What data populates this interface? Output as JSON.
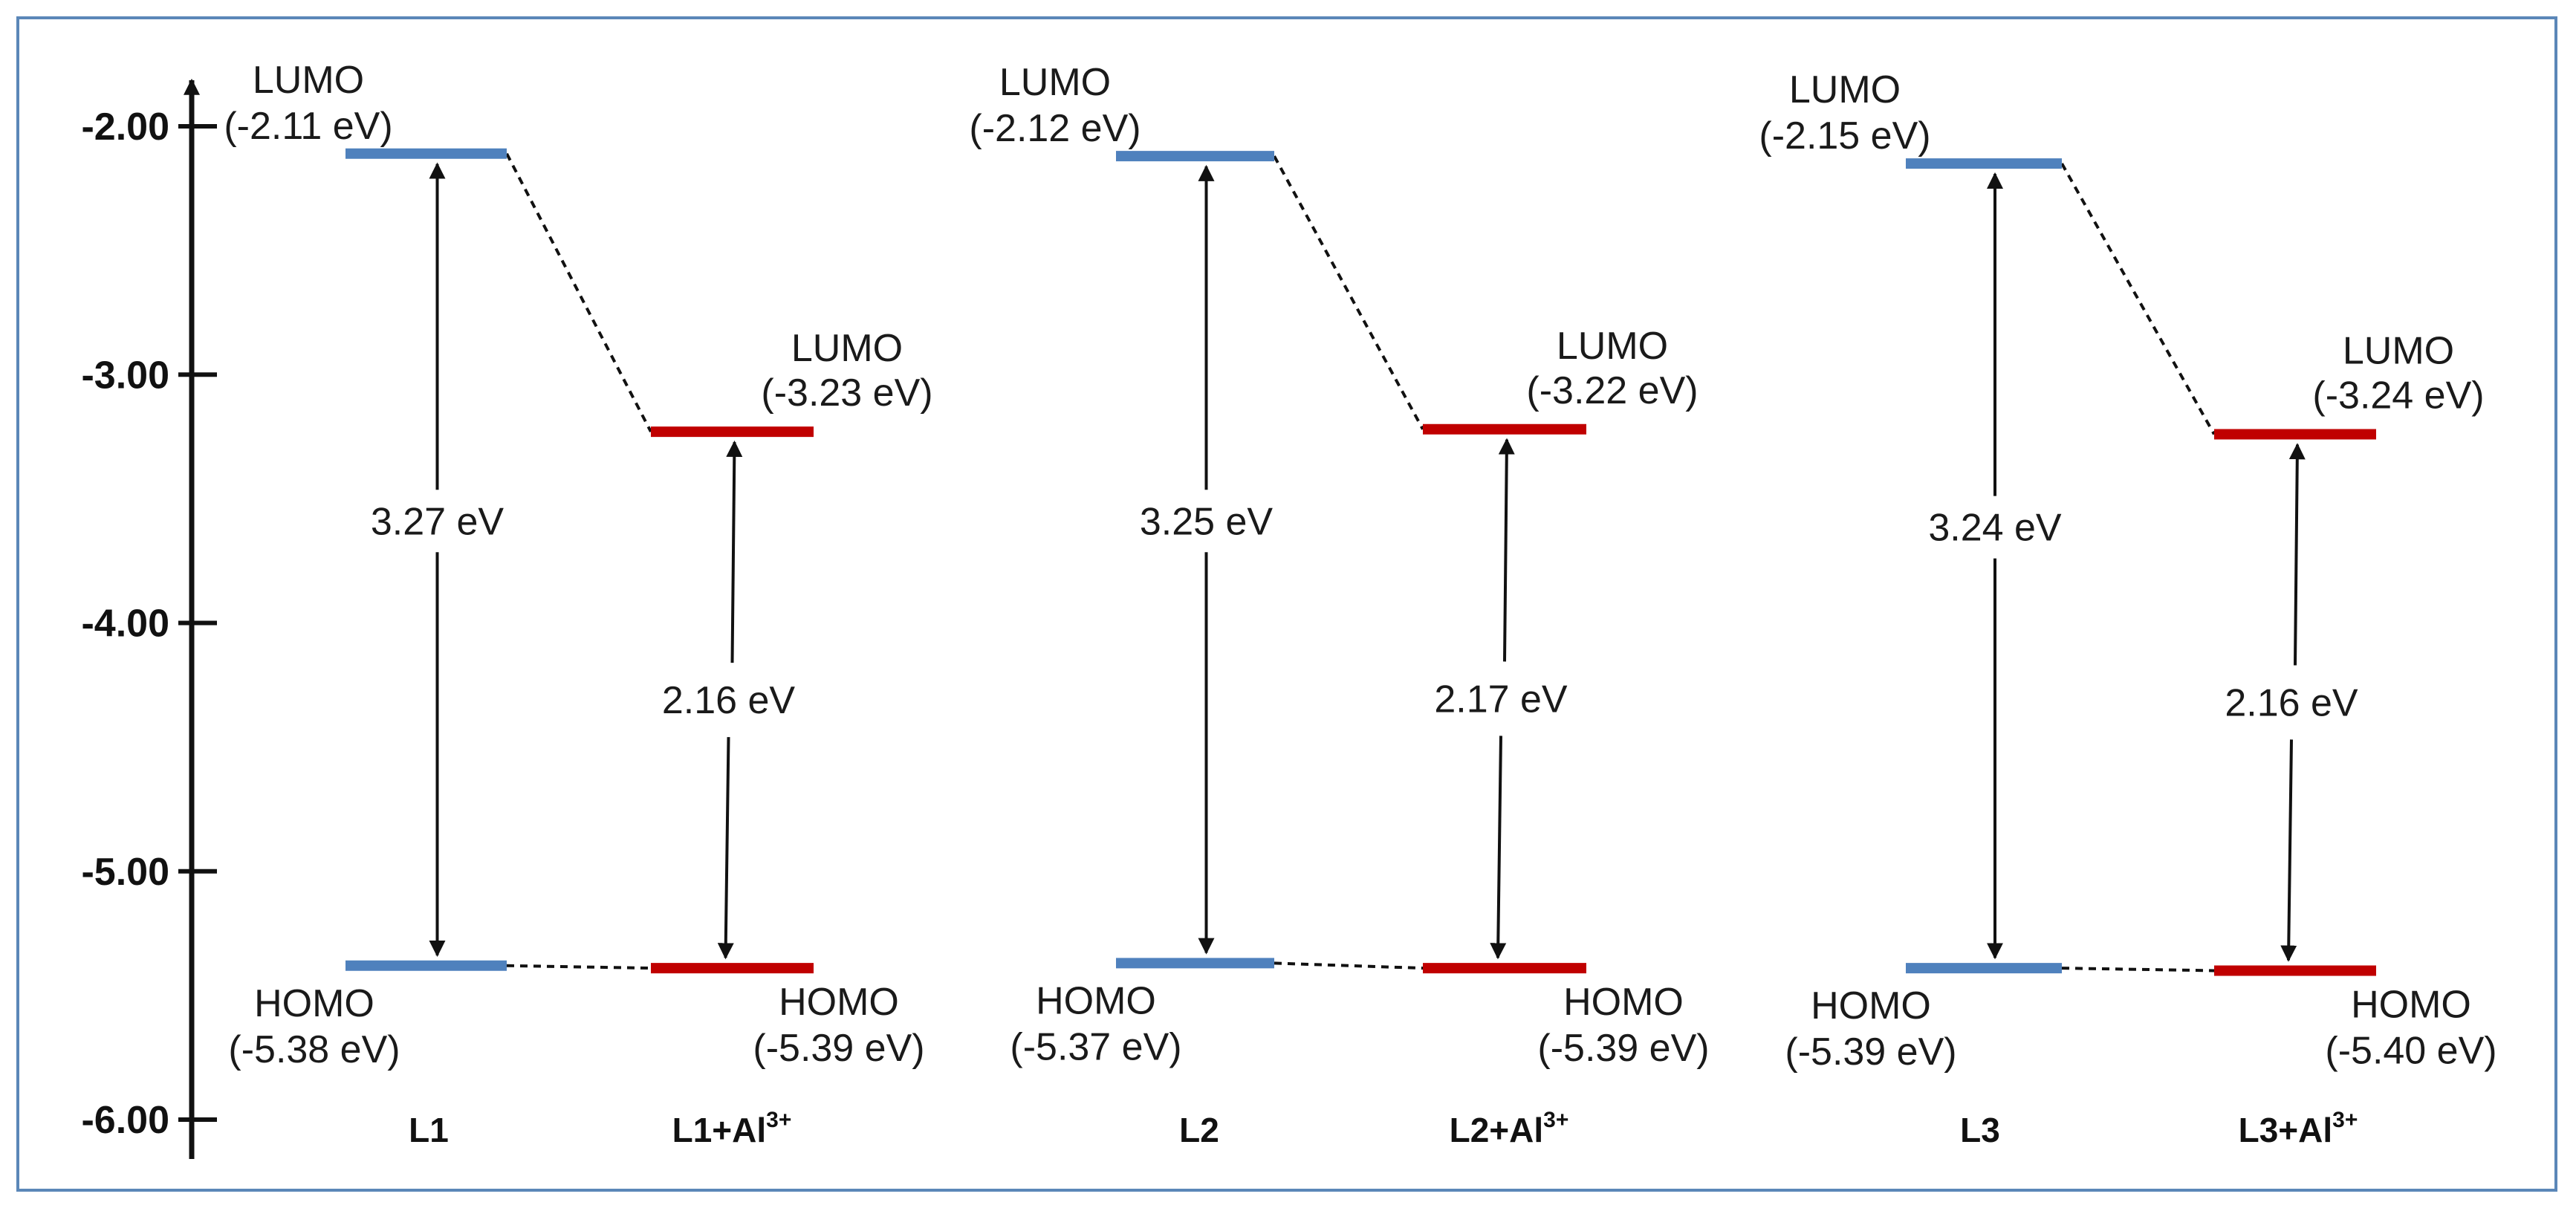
{
  "axis": {
    "ticks": [
      "-2.00",
      "-3.00",
      "-4.00",
      "-5.00",
      "-6.00"
    ],
    "range": [
      -6.0,
      -2.0
    ]
  },
  "colors": {
    "ligand_level": "#4f81bd",
    "complex_level": "#c00000",
    "frame": "#5b87b8"
  },
  "systems": [
    {
      "ligand": {
        "name": "L1",
        "lumo_label": "LUMO",
        "lumo_value": "(-2.11 eV)",
        "lumo": -2.11,
        "homo_label": "HOMO",
        "homo_value": "(-5.38 eV)",
        "homo": -5.38,
        "gap": "3.27 eV"
      },
      "complex": {
        "name_base": "L1+Al",
        "name_sup": "3+",
        "lumo_label": "LUMO",
        "lumo_value": "(-3.23 eV)",
        "lumo": -3.23,
        "homo_label": "HOMO",
        "homo_value": "(-5.39 eV)",
        "homo": -5.39,
        "gap": "2.16 eV"
      }
    },
    {
      "ligand": {
        "name": "L2",
        "lumo_label": "LUMO",
        "lumo_value": "(-2.12 eV)",
        "lumo": -2.12,
        "homo_label": "HOMO",
        "homo_value": "(-5.37 eV)",
        "homo": -5.37,
        "gap": "3.25 eV"
      },
      "complex": {
        "name_base": "L2+Al",
        "name_sup": "3+",
        "lumo_label": "LUMO",
        "lumo_value": "(-3.22 eV)",
        "lumo": -3.22,
        "homo_label": "HOMO",
        "homo_value": "(-5.39 eV)",
        "homo": -5.39,
        "gap": "2.17 eV"
      }
    },
    {
      "ligand": {
        "name": "L3",
        "lumo_label": "LUMO",
        "lumo_value": "(-2.15 eV)",
        "lumo": -2.15,
        "homo_label": "HOMO",
        "homo_value": "(-5.39 eV)",
        "homo": -5.39,
        "gap": "3.24 eV"
      },
      "complex": {
        "name_base": "L3+Al",
        "name_sup": "3+",
        "lumo_label": "LUMO",
        "lumo_value": "(-3.24 eV)",
        "lumo": -3.24,
        "homo_label": "HOMO",
        "homo_value": "(-5.40 eV)",
        "homo": -5.4,
        "gap": "2.16 eV"
      }
    }
  ]
}
